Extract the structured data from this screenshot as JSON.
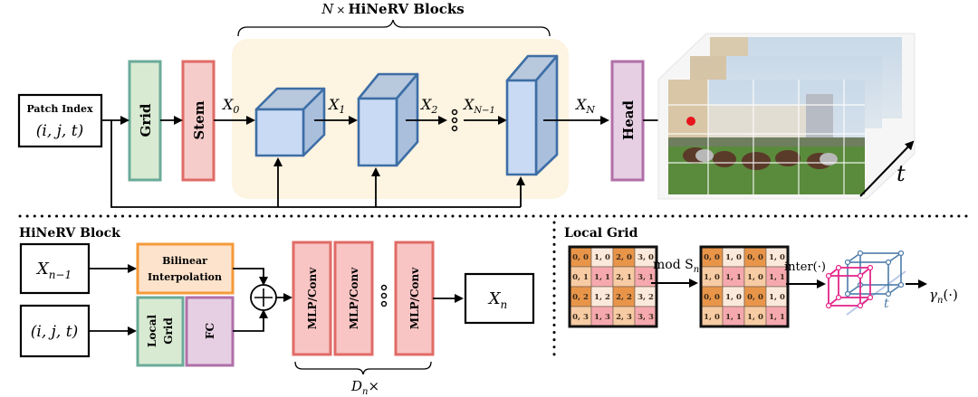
{
  "top": {
    "blocks_title_n": "N",
    "blocks_title_times": "×",
    "blocks_title_text": "HiNeRV Blocks",
    "patch_index_label": "Patch Index",
    "patch_index_coords": "(i, j, t)",
    "grid_label": "Grid",
    "stem_label": "Stem",
    "head_label": "Head",
    "x0": "X",
    "x0_sub": "0",
    "x1": "X",
    "x1_sub": "1",
    "x2": "X",
    "x2_sub": "2",
    "xn1": "X",
    "xn1_sub": "N−1",
    "xn": "X",
    "xn_sub": "N",
    "time_axis": "t"
  },
  "block": {
    "title": "HiNeRV Block",
    "input_prev": "X",
    "input_prev_sub": "n−1",
    "input_coords": "(i, j, t)",
    "bilinear_line1": "Bilinear",
    "bilinear_line2": "Interpolation",
    "local_grid_line1": "Local",
    "local_grid_line2": "Grid",
    "fc_label": "FC",
    "plus": "+",
    "mlp_labels": [
      "MLP/Conv",
      "MLP/Conv",
      "MLP/Conv"
    ],
    "output": "X",
    "output_sub": "n",
    "depth_label": "D",
    "depth_sub": "n",
    "depth_times": "×"
  },
  "local_grid": {
    "title": "Local Grid",
    "mod_label": "mod S",
    "mod_sub": "n",
    "inter_label": "inter(·)",
    "gamma_label": "γ",
    "gamma_sub": "n",
    "gamma_arg": "(·)",
    "t_label": "t",
    "grid_before": [
      [
        "0, 0",
        "1, 0",
        "2, 0",
        "3, 0"
      ],
      [
        "0, 1",
        "1, 1",
        "2, 1",
        "3, 1"
      ],
      [
        "0, 2",
        "1, 2",
        "2, 2",
        "3, 2"
      ],
      [
        "0, 3",
        "1, 3",
        "2, 3",
        "3, 3"
      ]
    ],
    "grid_after": [
      [
        "0, 0",
        "1, 0",
        "0, 0",
        "1, 0"
      ],
      [
        "1, 0",
        "1, 1",
        "1, 0",
        "1, 1"
      ],
      [
        "0, 0",
        "1, 0",
        "0, 0",
        "1, 0"
      ],
      [
        "1, 0",
        "1, 1",
        "1, 0",
        "1, 1"
      ]
    ],
    "cell_colors": [
      [
        "#e8954a",
        "#fbe9dc",
        "#e8954a",
        "#fbe9dc"
      ],
      [
        "#f7cba3",
        "#f5a9ae",
        "#f7cba3",
        "#f5a9ae"
      ],
      [
        "#e8954a",
        "#fbe9dc",
        "#e8954a",
        "#fbe9dc"
      ],
      [
        "#f7cba3",
        "#f5a9ae",
        "#f7cba3",
        "#f5a9ae"
      ]
    ]
  },
  "colors": {
    "grid_fill": "#d9ead3",
    "grid_stroke": "#6aab99",
    "stem_fill": "#f6cccb",
    "stem_stroke": "#e06b66",
    "head_fill": "#e6cfe3",
    "head_stroke": "#b06fa8",
    "cube_front": "#c9dbf4",
    "cube_side": "#a9bfdc",
    "cube_top": "#b8c8dd",
    "cube_stroke": "#3d6ea6",
    "panel_bg": "#fdf4e1",
    "bilinear_fill": "#fde3cc",
    "bilinear_stroke": "#f59a3a",
    "mlp_fill": "#f8c5c4",
    "mlp_stroke": "#e06b66",
    "red_dot": "#e8141b",
    "pink_cube": "#e4268a",
    "blue_cube": "#4d7ba8"
  }
}
